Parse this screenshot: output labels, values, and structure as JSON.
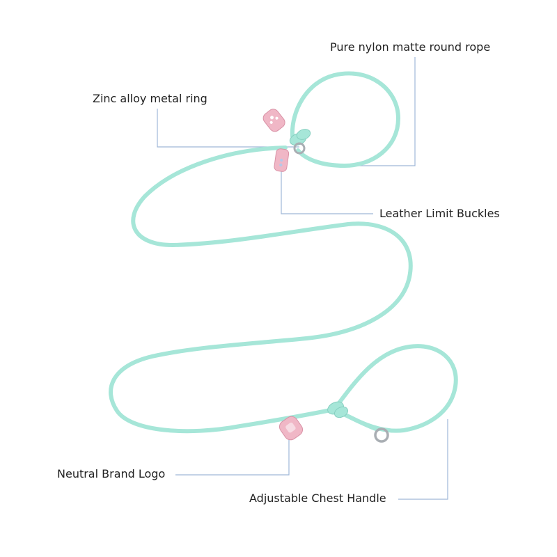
{
  "colors": {
    "rope": "#a6e6d8",
    "rope_dark": "#86cfc0",
    "leather": "#f0b7c6",
    "leather_dark": "#d992a6",
    "metal": "#a9aeb3",
    "callout_line": "#9fb8d8",
    "text": "#222222"
  },
  "callouts": {
    "rope": "Pure nylon matte round rope",
    "ring": "Zinc alloy metal ring",
    "buckle": "Leather Limit Buckles",
    "logo": "Neutral Brand Logo",
    "handle": "Adjustable Chest Handle"
  }
}
